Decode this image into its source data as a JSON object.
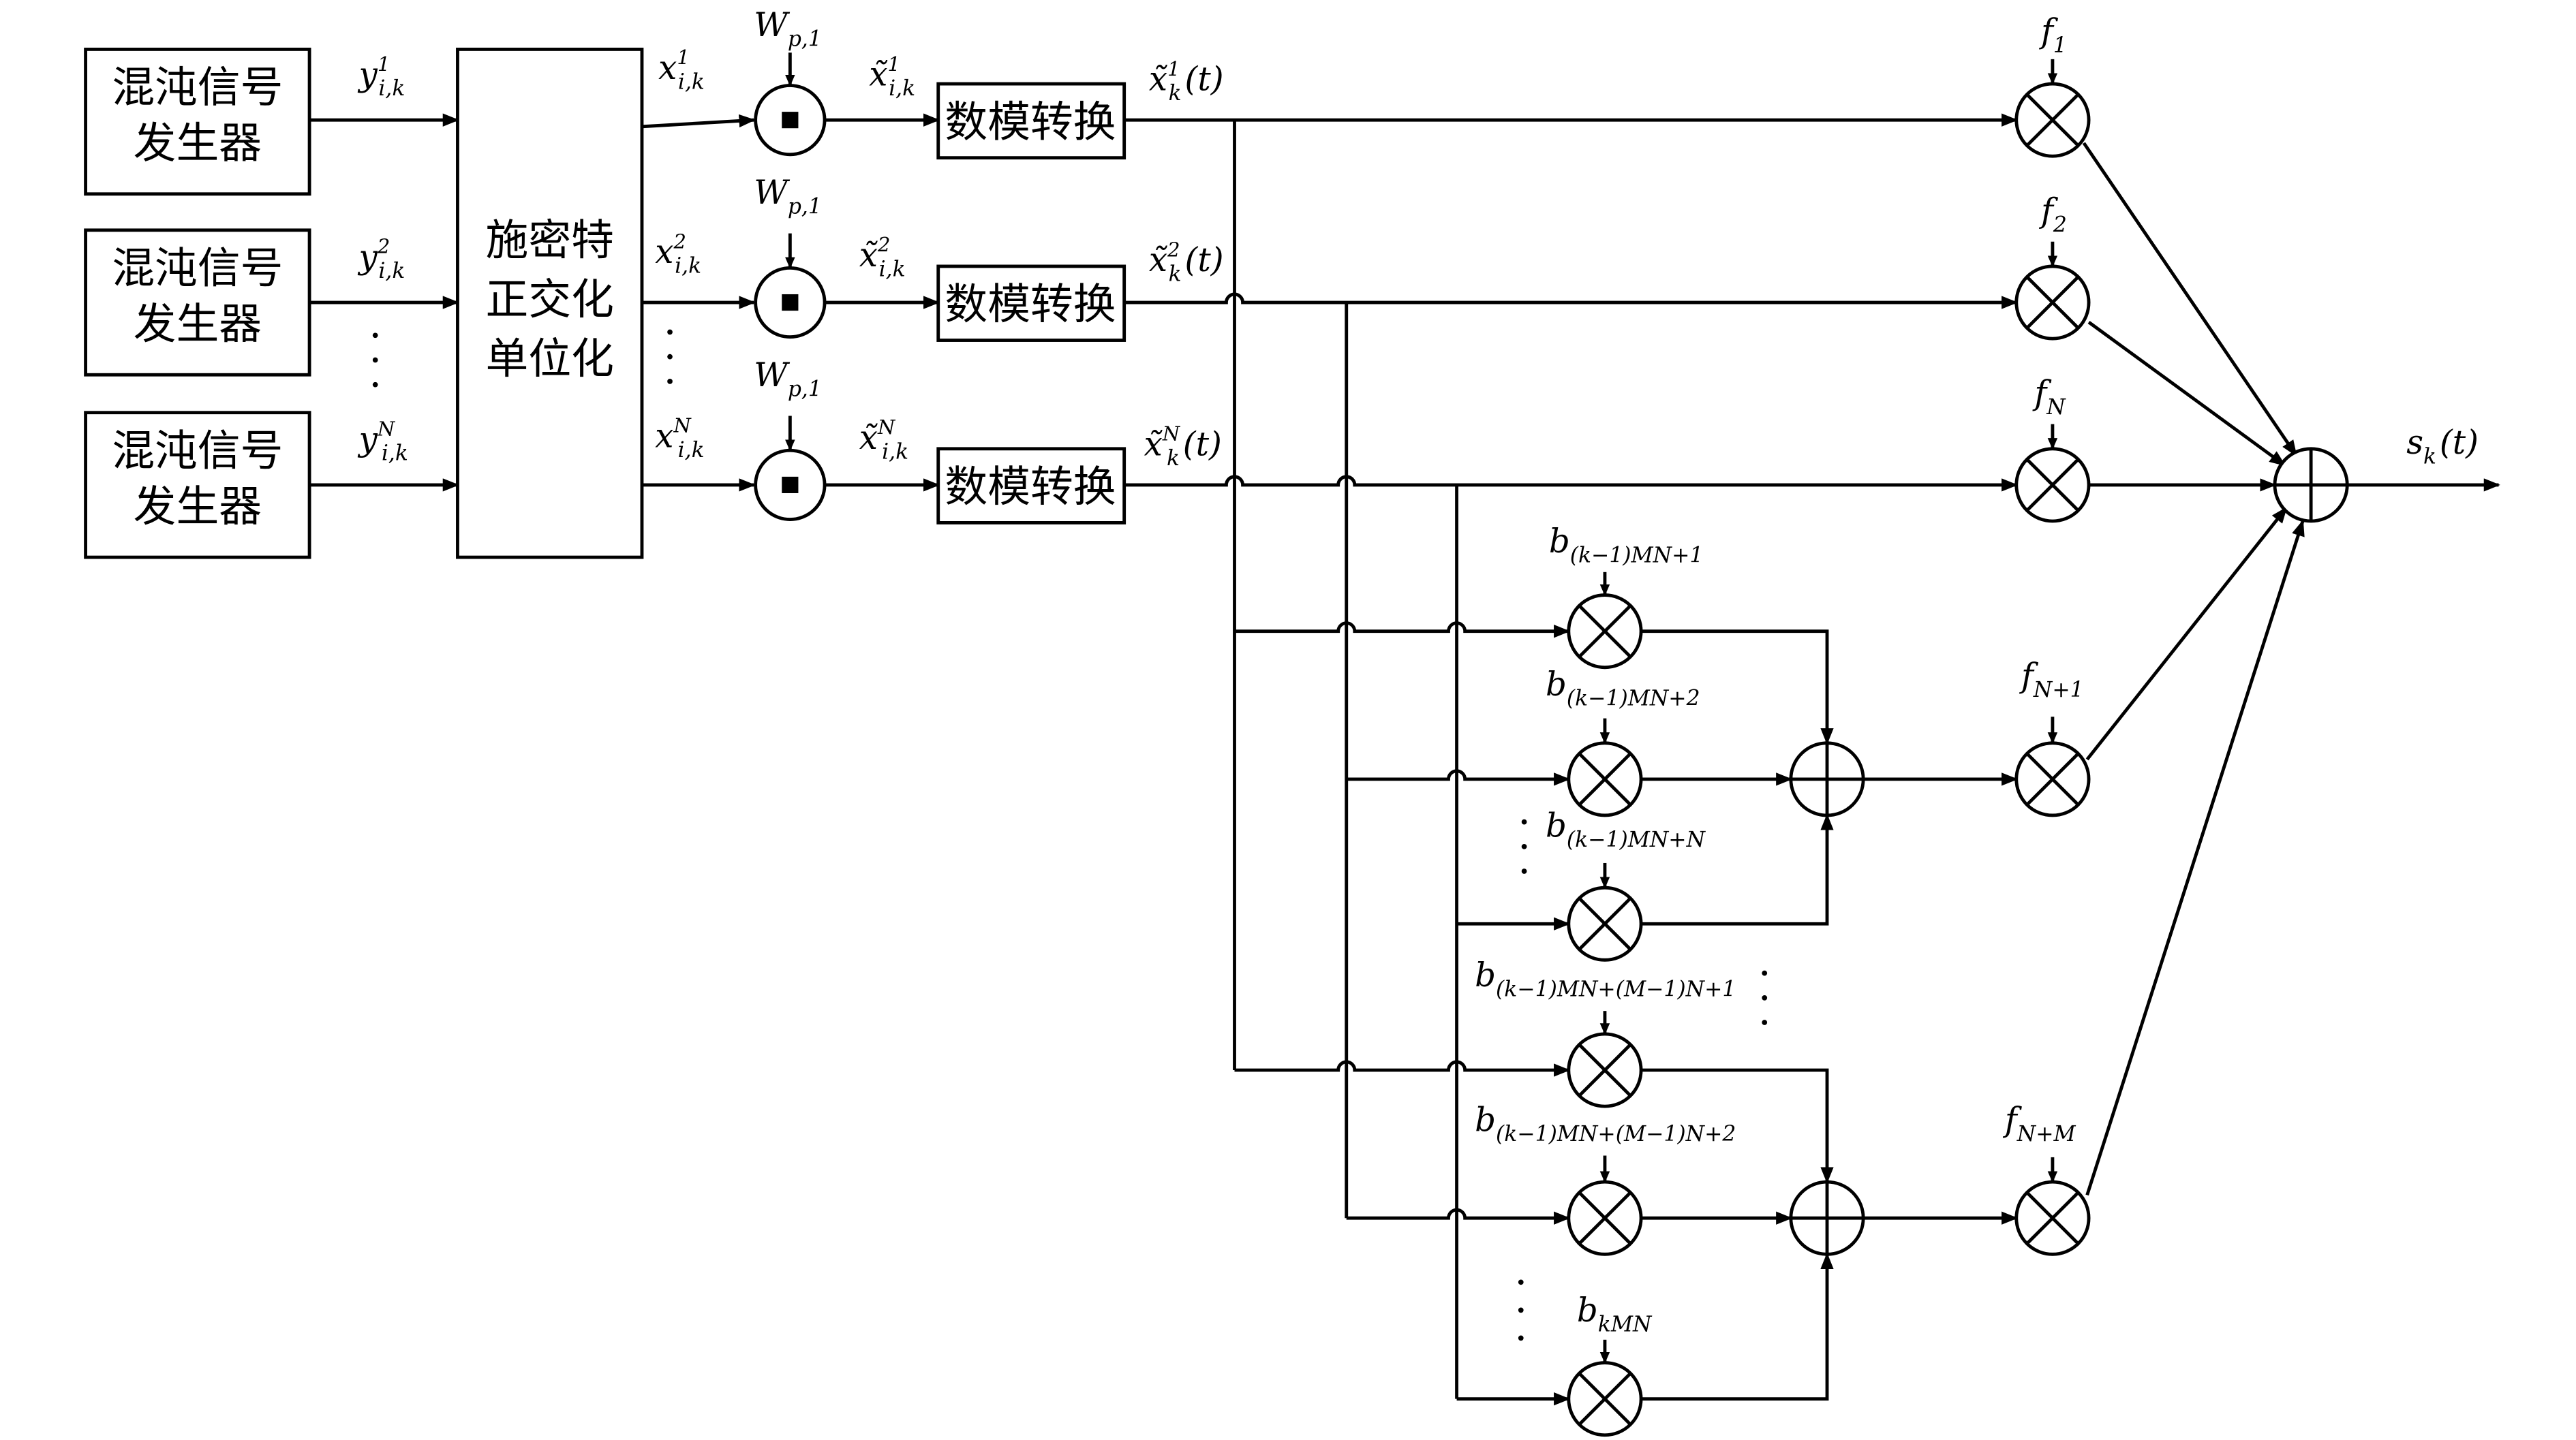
{
  "blocks": {
    "chaos_generator_line1": "混沌信号",
    "chaos_generator_line2": "发生器",
    "schmidt_line1": "施密特",
    "schmidt_line2": "正交化",
    "schmidt_line3": "单位化",
    "dac": "数模转换"
  },
  "labels": {
    "y_base": "y",
    "y_sub": "i,k",
    "y_sup": [
      "1",
      "2",
      "N"
    ],
    "x_base": "x",
    "x_sub": "i,k",
    "x_sup": [
      "1",
      "2",
      "N"
    ],
    "w_base": "W",
    "w_sub": "p,1",
    "xt_base": "x̃",
    "xt_sub": "i,k",
    "xt_sup": [
      "1",
      "2",
      "N"
    ],
    "xtk_base": "x̃",
    "xtk_sub": "k",
    "xtk_sup": [
      "1",
      "2",
      "N"
    ],
    "xtk_arg": "(t)",
    "f_base": "f",
    "f_subs": [
      "1",
      "2",
      "N",
      "N+1",
      "N+M"
    ],
    "b_base": "b",
    "b_subs": [
      "(k−1)MN+1",
      "(k−1)MN+2",
      "(k−1)MN+N",
      "(k−1)MN+(M−1)N+1",
      "(k−1)MN+(M−1)N+2",
      "kMN"
    ],
    "out_base": "s",
    "out_sub": "k",
    "out_arg": "(t)"
  }
}
